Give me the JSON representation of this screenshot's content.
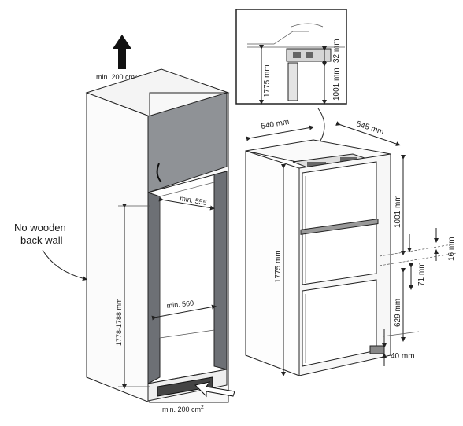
{
  "left_unit": {
    "vent_top": "min. 200 cm²",
    "vent_bottom": "min. 200 cm",
    "vent_bottom_sup": "2",
    "width_top": "min. 555",
    "width_bottom": "min. 560",
    "height": "1778-1788 mm",
    "back_wall_line1": "No wooden",
    "back_wall_line2": "back wall"
  },
  "detail": {
    "height": "1775 mm",
    "top_gap": "32 mm",
    "hinge_height": "1001 mm"
  },
  "right_unit": {
    "width": "540 mm",
    "depth": "545 mm",
    "height": "1775 mm",
    "upper_height": "1001 mm",
    "gap": "16 mm",
    "mid": "71 mm",
    "lower_height": "629 mm",
    "bottom": "40 mm"
  },
  "colors": {
    "door": "#8f9296",
    "frame": "#6d7075",
    "line": "#222222"
  }
}
